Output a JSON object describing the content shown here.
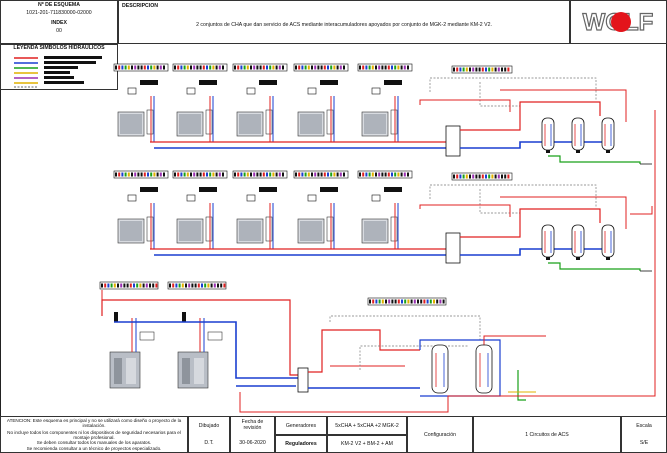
{
  "header": {
    "scheme_no_label": "Nº DE ESQUEMA",
    "scheme_no_value": "1021-201-711830000-02000",
    "index_label": "INDEX",
    "index_value": "00",
    "description_label": "DESCRIPCION",
    "description_text": "2 conjuntos de CHA que dan servicio de ACS mediante interacumuladores apoyados por conjunto de MGK-2 mediante KM-2 V2.",
    "legend_title": "LEYENDA SIMBOLOS HIDRÁULICOS",
    "logo_text": "WOLF"
  },
  "legend": {
    "lines": [
      {
        "color": "#e02020"
      },
      {
        "color": "#1a3fd0"
      },
      {
        "color": "#19a019"
      },
      {
        "color": "#e0b000"
      },
      {
        "color": "#9a2fb0"
      },
      {
        "color": "#e0b000"
      },
      {
        "color": "#888888"
      }
    ]
  },
  "footer": {
    "attention_text_1": "ATENCION: Este esquema es principal y no se utilizará como diseño o proyecto de la instalación.",
    "attention_text_2": "No incluye todos los componentes ni los dispositivos de seguridad necesarios para el montaje profesional.",
    "attention_text_3": "Se deben consultar todos los manuales de los aparatos.",
    "attention_text_4": "Se recomienda consultar a un técnico de proyectos especializado.",
    "drawn_label": "Dibujado",
    "drawn_value": "D.T.",
    "revision_label_1": "Fecha de",
    "revision_label_2": "revisión",
    "revision_value": "30-06-2020",
    "generators_label": "Generadores",
    "generators_value": "5xCHA + 5xCHA +2 MGK-2",
    "regulators_label": "Reguladores",
    "regulators_value": "KM-2 V2 + BM-2 + AM",
    "configuration_label": "Configuración",
    "configuration_value": "1 Circuitos de ACS",
    "scale_label": "Escala",
    "scale_value": "S/E"
  },
  "colors": {
    "hot": "#e02020",
    "cold": "#1a3fd0",
    "green": "#19a019",
    "gray": "#7a7a7a",
    "logo_red": "#e3141b"
  }
}
